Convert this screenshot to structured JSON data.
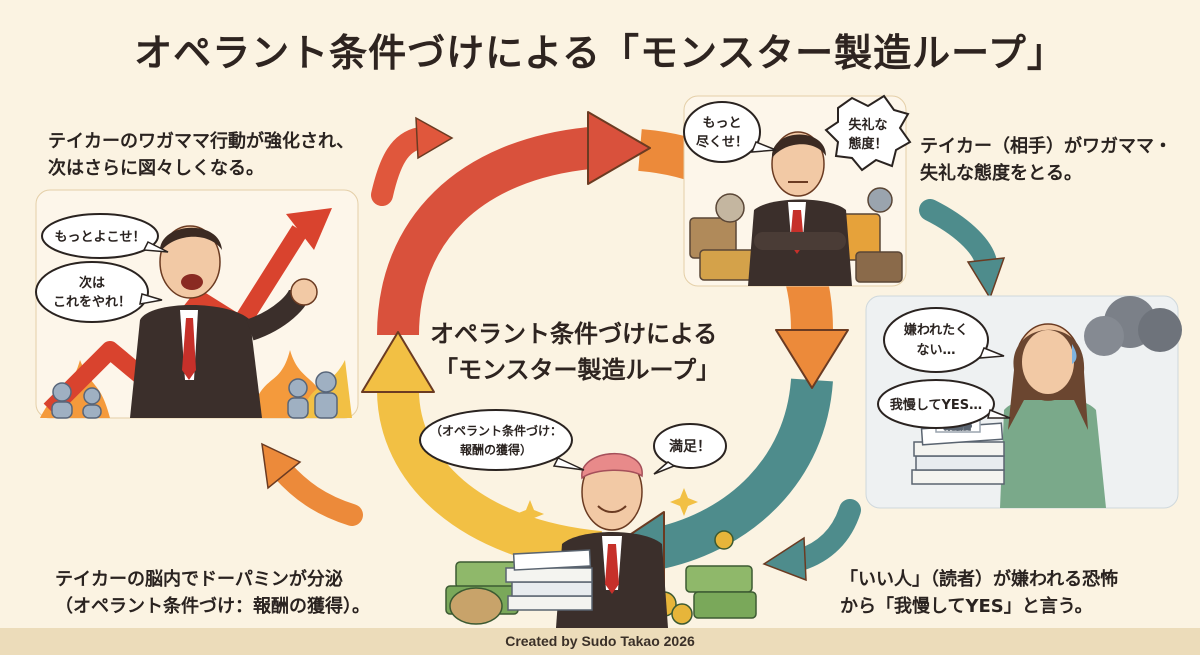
{
  "title": "オペラント条件づけによる「モンスター製造ループ」",
  "captions": {
    "reinforce": [
      "テイカーのワガママ行動が強化され、",
      "次はさらに図々しくなる。"
    ],
    "taker_action": [
      "テイカー（相手）がワガママ・",
      "失礼な態度をとる。"
    ],
    "reader_yes": [
      "「いい人」（読者）が嫌われる恐怖",
      "から「我慢してYES」と言う。"
    ],
    "dopamine": [
      "テイカーの脳内でドーパミンが分泌",
      "（オペラント条件づけ：報酬の獲得）。"
    ]
  },
  "center_label": [
    "オペラント条件づけによる",
    "「モンスター製造ループ」"
  ],
  "bubbles": {
    "more_give": "もっとよこせ！",
    "next_do": [
      "次は",
      "これをやれ！"
    ],
    "do_more": [
      "もっと",
      "尽くせ！"
    ],
    "rude": [
      "失礼な",
      "態度！"
    ],
    "dont_want_hated": [
      "嫌われたく",
      "ない…"
    ],
    "endure_yes": "我慢してYES…",
    "operant": [
      "（オペラント条件づけ：",
      "報酬の獲得）"
    ],
    "satisfied": "満足！"
  },
  "document_label": "稟議書",
  "footer": "Created by Sudo Takao 2026",
  "colors": {
    "background": "#fbf3e2",
    "arrow_red": "#d9513c",
    "arrow_orange": "#ec8a3a",
    "arrow_teal": "#4e8c8c",
    "arrow_yellow": "#f2c044",
    "suit": "#3b2f2b",
    "tie": "#c6302a"
  }
}
